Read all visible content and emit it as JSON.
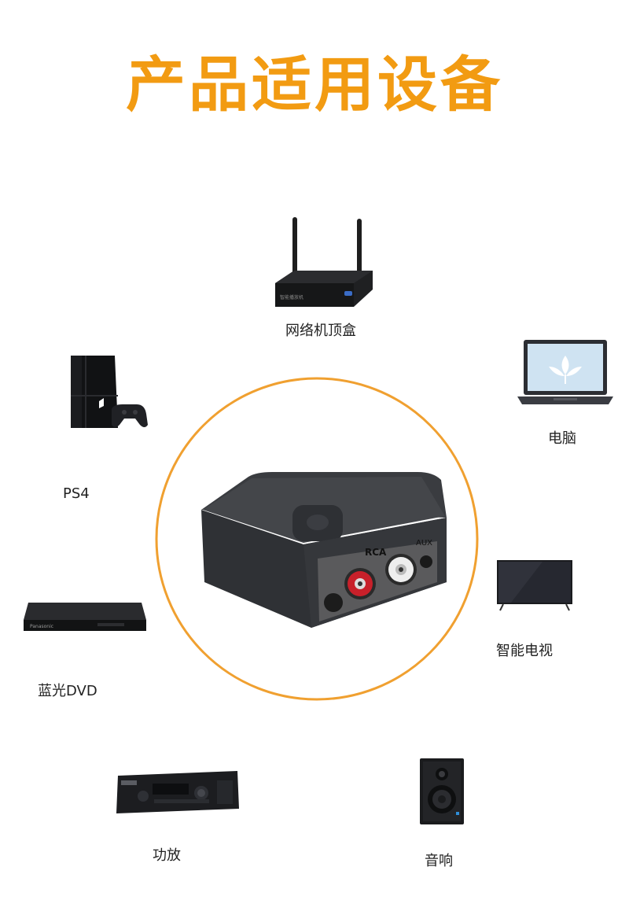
{
  "title": "产品适用设备",
  "colors": {
    "accent": "#f29b12",
    "ring": "#f0a030"
  },
  "devices": [
    {
      "name": "router",
      "label": "网络机顶盒",
      "icon": "tv-box-router-icon",
      "box_text": "智能播放机"
    },
    {
      "name": "laptop",
      "label": "电脑",
      "icon": "laptop-icon"
    },
    {
      "name": "ps4",
      "label": "PS4",
      "icon": "game-console-icon"
    },
    {
      "name": "smart-tv",
      "label": "智能电视",
      "icon": "tv-icon"
    },
    {
      "name": "bluray",
      "label": "蓝光DVD",
      "icon": "bluray-player-icon",
      "brand": "Panasonic"
    },
    {
      "name": "amplifier",
      "label": "功放",
      "icon": "amplifier-icon"
    },
    {
      "name": "speaker",
      "label": "音响",
      "icon": "speaker-icon"
    }
  ],
  "center_device": {
    "icon": "bluetooth-receiver-icon",
    "port_rca": "RCA",
    "port_aux": "AUX"
  }
}
